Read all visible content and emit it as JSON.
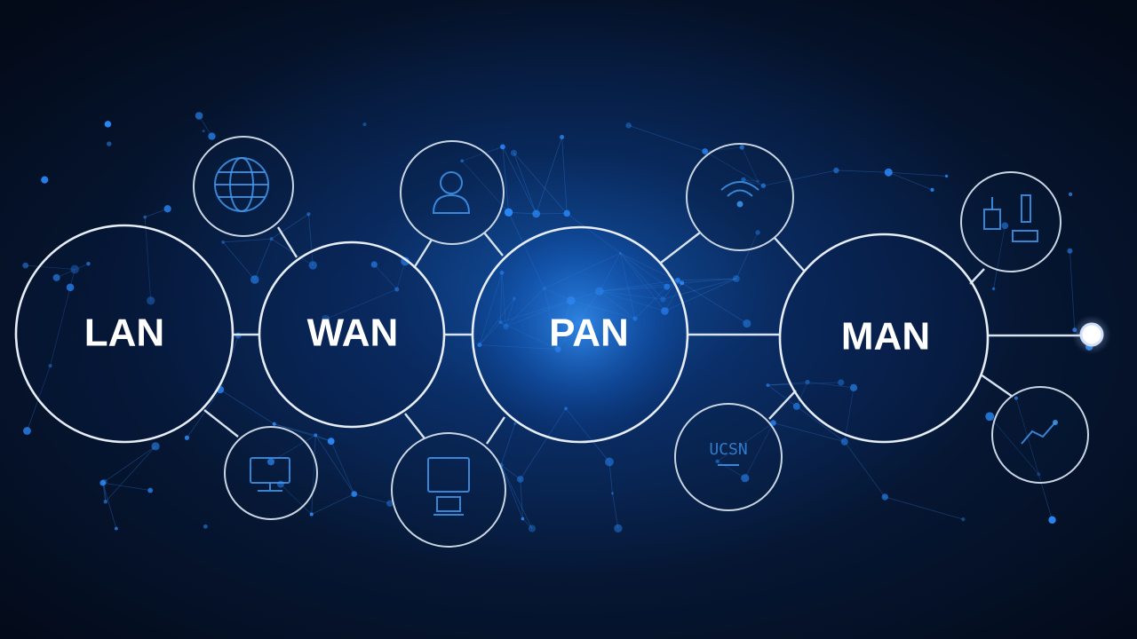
{
  "nodes": {
    "lan": "LAN",
    "wan": "WAN",
    "pan": "PAN",
    "man": "MAN"
  },
  "icons": {
    "globe": "globe-icon",
    "user": "user-icon",
    "wifi": "wifi-icon",
    "lab": "lab-icon",
    "monitor": "monitor-icon",
    "computer": "computer-icon",
    "code": "code-icon",
    "chart": "chart-icon"
  },
  "code_icon_text": "UCSN",
  "colors": {
    "background": "#040d1e",
    "glow": "#1870dc",
    "ring": "#e6edf6",
    "accent_dot": "#2a8cff"
  }
}
